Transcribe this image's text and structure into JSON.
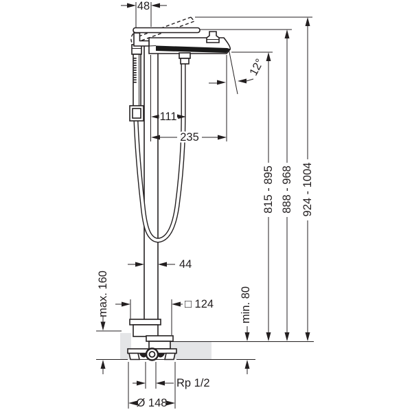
{
  "drawing": {
    "description": "Freestanding bath mixer with hand shower - dimension drawing",
    "colors": {
      "line": "#231f20",
      "floor_fill": "#e4e5e7",
      "background": "#ffffff"
    },
    "dimensions": {
      "handle_offset": {
        "label": "48"
      },
      "hose_offset": {
        "label": "111"
      },
      "spout_reach": {
        "label": "235"
      },
      "spout_angle": {
        "label": "12°"
      },
      "spout_height_range": {
        "label": "815 - 895"
      },
      "body_height_range": {
        "label": "888 - 968"
      },
      "handle_height_range": {
        "label": "924 - 1004"
      },
      "riser_width": {
        "label": "44"
      },
      "max_floor_depth": {
        "label": "max. 160"
      },
      "escutcheon_size": {
        "label": "□ 124"
      },
      "min_floor_depth": {
        "label": "min. 80"
      },
      "connection_thread": {
        "label": "Rp 1/2"
      },
      "base_diameter": {
        "label": "Ø 148"
      }
    }
  }
}
